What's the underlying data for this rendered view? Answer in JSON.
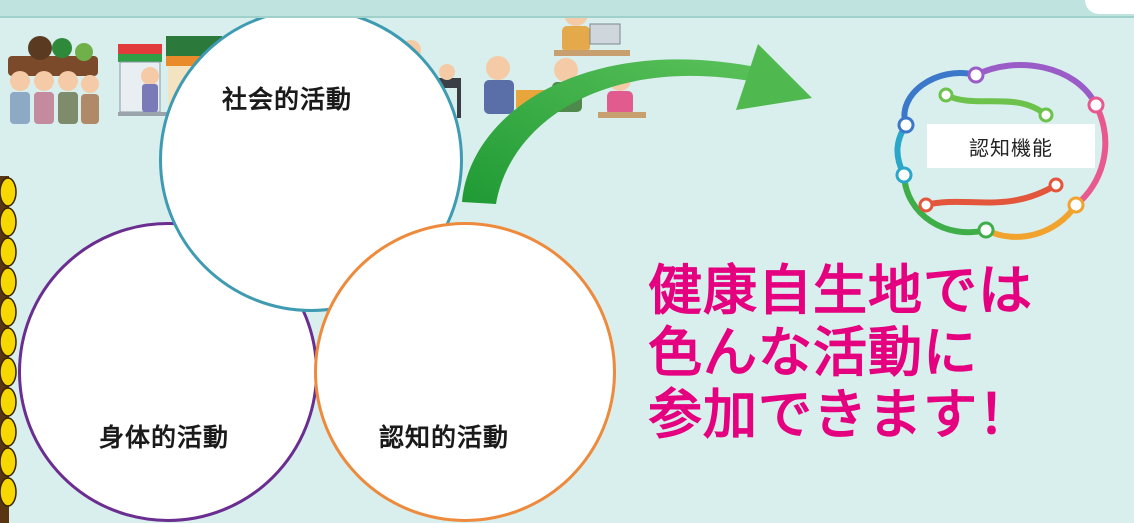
{
  "diagram": {
    "circles": [
      {
        "id": "social",
        "label": "社会的活動",
        "border_color": "#3f9bb1"
      },
      {
        "id": "physical",
        "label": "身体的活動",
        "border_color": "#6a2d90"
      },
      {
        "id": "cognitive",
        "label": "認知的活動",
        "border_color": "#ee8a3c"
      }
    ],
    "target": {
      "label": "認知機能",
      "icon": "brain-network-icon"
    },
    "arrow_color": "#2aa33a"
  },
  "headline": {
    "lines": [
      "健康自生地では",
      "色んな活動に",
      "参加できます！"
    ],
    "color": "#e4007f"
  },
  "background_color": "#d9efed"
}
